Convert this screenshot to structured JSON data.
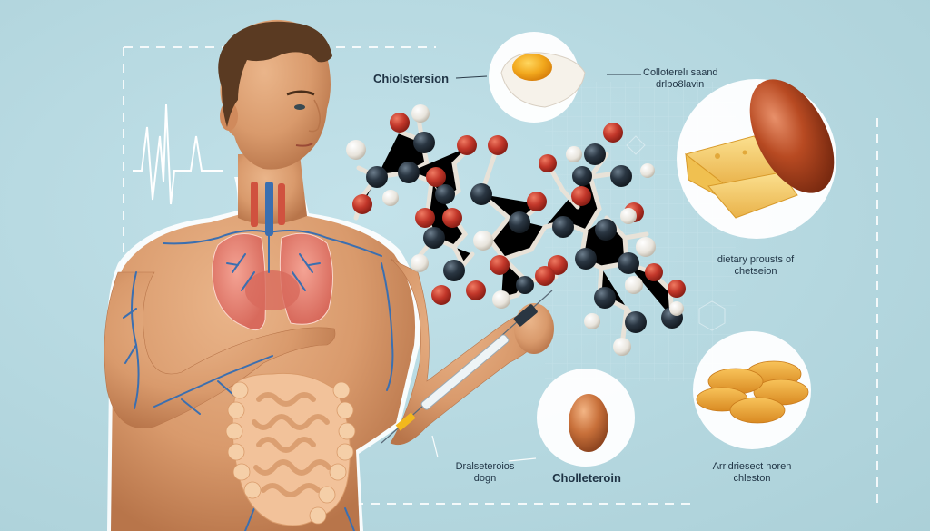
{
  "illustration": {
    "subject": "Cholesterol infographic with human anatomy, molecule model, syringe and dietary food sources",
    "colors": {
      "background": "#b4d7df",
      "skin": "#d99a6c",
      "skin_shadow": "#b8754a",
      "hair": "#5a3a22",
      "vein_blue": "#3b6fb0",
      "artery_red": "#d0523f",
      "lung_pink": "#e8877a",
      "intestine": "#f2c29a",
      "atom_carbon": "#2a3642",
      "atom_oxygen": "#c2372a",
      "atom_hydrogen": "#efece6",
      "egg_yolk": "#f2a81d",
      "egg_shell": "#c8703a",
      "cheese": "#f4c96a",
      "bread": "#f0a43a",
      "label_text": "#1f3344",
      "dashed_line": "#ffffff"
    }
  },
  "labels": {
    "top_center": "Chiolstersion",
    "top_right_line1": "Colloterelı saand",
    "top_right_line2": "drlbo8lavin",
    "right_middle_line1": "dietary prousts of",
    "right_middle_line2": "chetseion",
    "bottom_syringe_line1": "Dralseteroios",
    "bottom_syringe_line2": "dogn",
    "bottom_egg": "Cholleteroin",
    "bottom_right_line1": "Arrldriesect noren",
    "bottom_right_line2": "chleston"
  },
  "food_items": [
    {
      "name": "boiled egg half",
      "position": "top center"
    },
    {
      "name": "cheese wedges and red oval capsule",
      "position": "right"
    },
    {
      "name": "whole brown egg",
      "position": "bottom center"
    },
    {
      "name": "stacked bread slices",
      "position": "bottom right"
    }
  ]
}
